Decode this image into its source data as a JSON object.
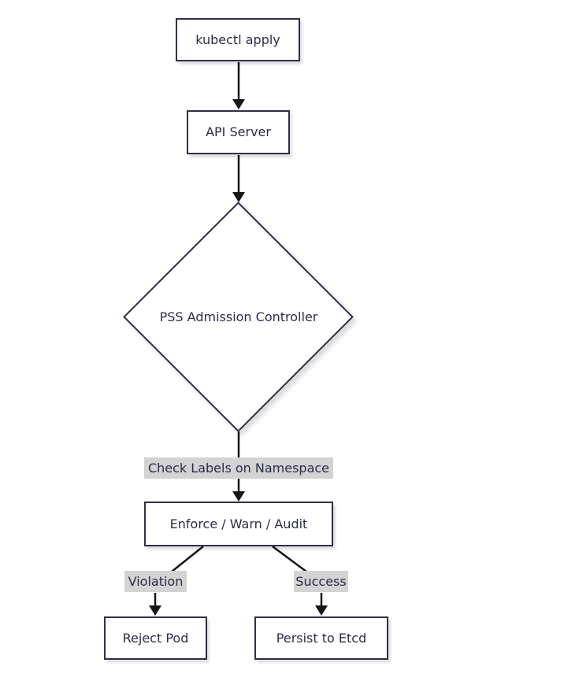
{
  "diagram": {
    "type": "flowchart",
    "direction": "top-down",
    "colors": {
      "node_border": "#2e2e4e",
      "node_text": "#2b2b4a",
      "node_fill": "#ffffff",
      "edge": "#161616",
      "edge_label_bg": "#d3d3d3",
      "canvas_bg": "#ffffff"
    },
    "nodes": [
      {
        "id": "kubectl",
        "shape": "rect",
        "label": "kubectl apply"
      },
      {
        "id": "api_server",
        "shape": "rect",
        "label": "API Server"
      },
      {
        "id": "pss_controller",
        "shape": "diamond",
        "label": "PSS Admission Controller"
      },
      {
        "id": "enforce",
        "shape": "rect",
        "label": "Enforce / Warn / Audit"
      },
      {
        "id": "reject_pod",
        "shape": "rect",
        "label": "Reject Pod"
      },
      {
        "id": "persist_etcd",
        "shape": "rect",
        "label": "Persist to Etcd"
      }
    ],
    "edge_labels": [
      {
        "id": "check_labels",
        "label": "Check Labels on Namespace"
      },
      {
        "id": "violation",
        "label": "Violation"
      },
      {
        "id": "success",
        "label": "Success"
      }
    ],
    "edges": [
      {
        "from": "kubectl",
        "to": "api_server",
        "label": ""
      },
      {
        "from": "api_server",
        "to": "pss_controller",
        "label": ""
      },
      {
        "from": "pss_controller",
        "to": "enforce",
        "label": "Check Labels on Namespace"
      },
      {
        "from": "enforce",
        "to": "reject_pod",
        "label": "Violation"
      },
      {
        "from": "enforce",
        "to": "persist_etcd",
        "label": "Success"
      }
    ]
  }
}
